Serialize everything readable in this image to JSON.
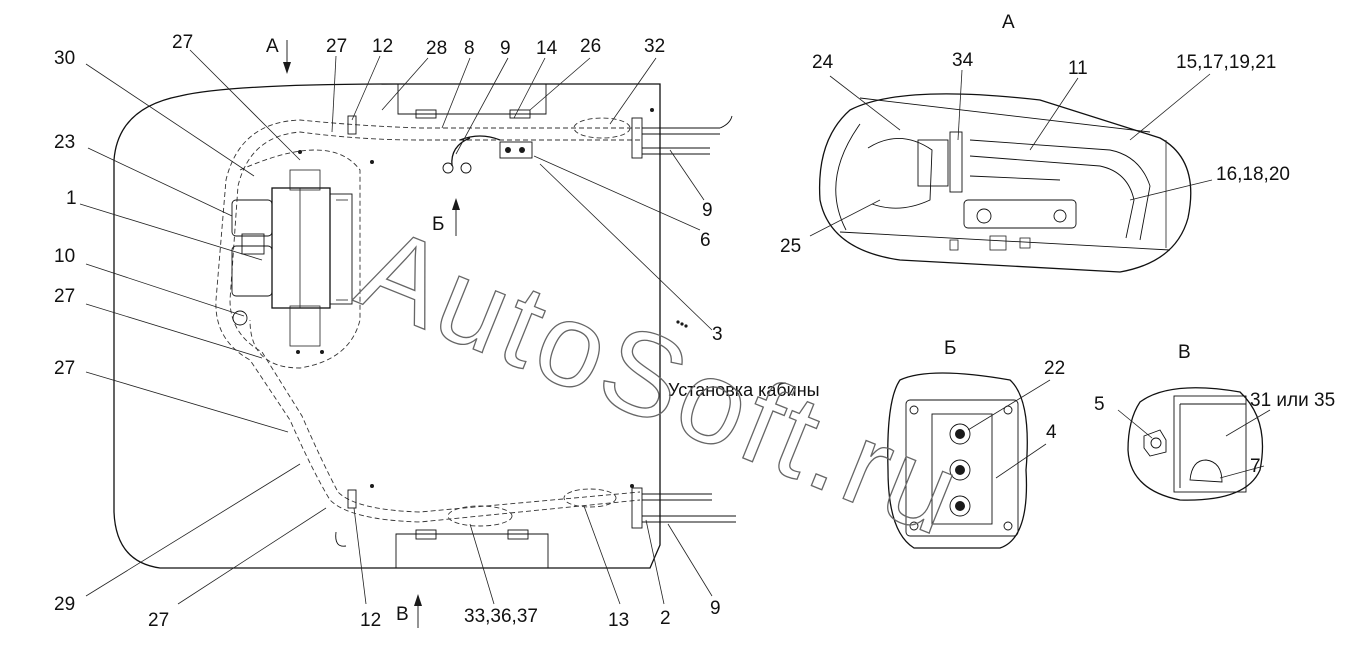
{
  "callouts": {
    "c30": "30",
    "c27a": "27",
    "c23": "23",
    "c1": "1",
    "c10": "10",
    "c27b": "27",
    "c27c": "27",
    "c29": "29",
    "c27d": "27",
    "c27e": "27",
    "c12a": "12",
    "c28": "28",
    "c8": "8",
    "c9a": "9",
    "c14": "14",
    "c26": "26",
    "c32": "32",
    "c9b": "9",
    "c6": "6",
    "c3": "3",
    "c12b": "12",
    "c333637": "33,36,37",
    "c13": "13",
    "c2": "2",
    "c9c": "9",
    "c24": "24",
    "c34": "34",
    "c11": "11",
    "c15": "15,17,19,21",
    "c16": "16,18,20",
    "c25": "25",
    "c22": "22",
    "c4": "4",
    "c5": "5",
    "c31": "31 или 35",
    "c7": "7"
  },
  "views": {
    "a_arrow": "А",
    "b_arrow": "Б",
    "v_arrow": "В",
    "a_title": "А",
    "b_title": "Б",
    "v_title": "В"
  },
  "caption": "Установка кабины",
  "watermark": "AutoSoft.ru"
}
